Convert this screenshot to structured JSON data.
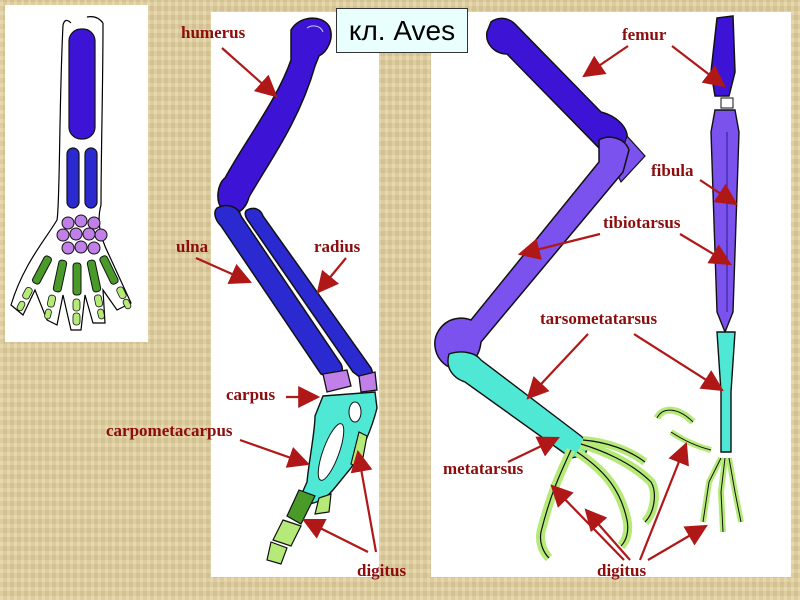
{
  "title": "кл. Aves",
  "labels": {
    "humerus": "humerus",
    "ulna": "ulna",
    "radius": "radius",
    "carpus": "carpus",
    "carpometacarpus": "carpometacarpus",
    "digitus_wing": "digitus",
    "femur": "femur",
    "fibula": "fibula",
    "tibiotarsus": "tibiotarsus",
    "tarsometatarsus": "tarsometatarsus",
    "metatarsus": "metatarsus",
    "digitus_leg": "digitus"
  },
  "colors": {
    "background": "#e2cf9c",
    "title_box": "#e9fffd",
    "label_text": "#8b0d0d",
    "arrow": "#b01818",
    "humerus": "#3d14d6",
    "forearm": "#2a2ad0",
    "carpus": "#c080e8",
    "carpometacarpus": "#4ee8d4",
    "digits_proximal": "#4a9a2a",
    "digits_distal": "#b6ea78",
    "femur": "#3d14d6",
    "tibiotarsus": "#7b52ee",
    "tarsometatarsus": "#4ee8d4",
    "leg_digits": "#b6ea78"
  }
}
